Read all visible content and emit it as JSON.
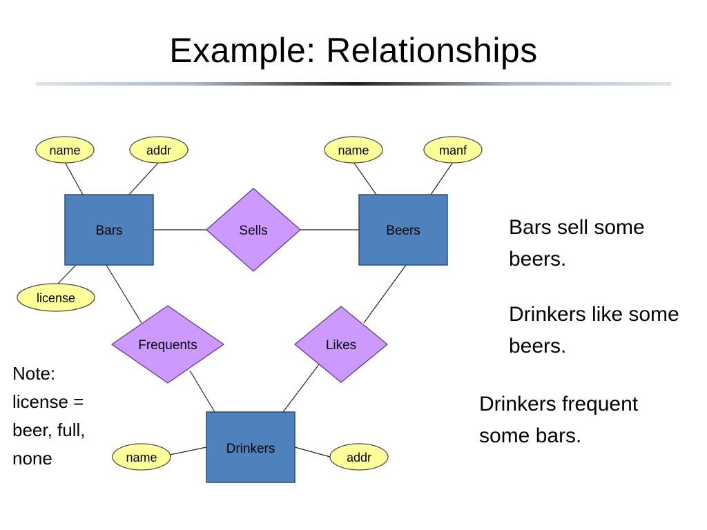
{
  "title": "Example: Relationships",
  "entities": {
    "bars": "Bars",
    "beers": "Beers",
    "drinkers": "Drinkers"
  },
  "relationships": {
    "sells": "Sells",
    "frequents": "Frequents",
    "likes": "Likes"
  },
  "attributes": {
    "bars_name": "name",
    "bars_addr": "addr",
    "bars_license": "license",
    "beers_name": "name",
    "beers_manf": "manf",
    "drinkers_name": "name",
    "drinkers_addr": "addr"
  },
  "descriptions": [
    "Bars sell some beers.",
    "Drinkers like some beers.",
    "Drinkers frequent some bars."
  ],
  "note": "Note: license = beer, full, none",
  "colors": {
    "entity_fill": "#4f81bd",
    "relationship_fill": "#cc99ff",
    "attribute_fill": "#ffff99"
  }
}
